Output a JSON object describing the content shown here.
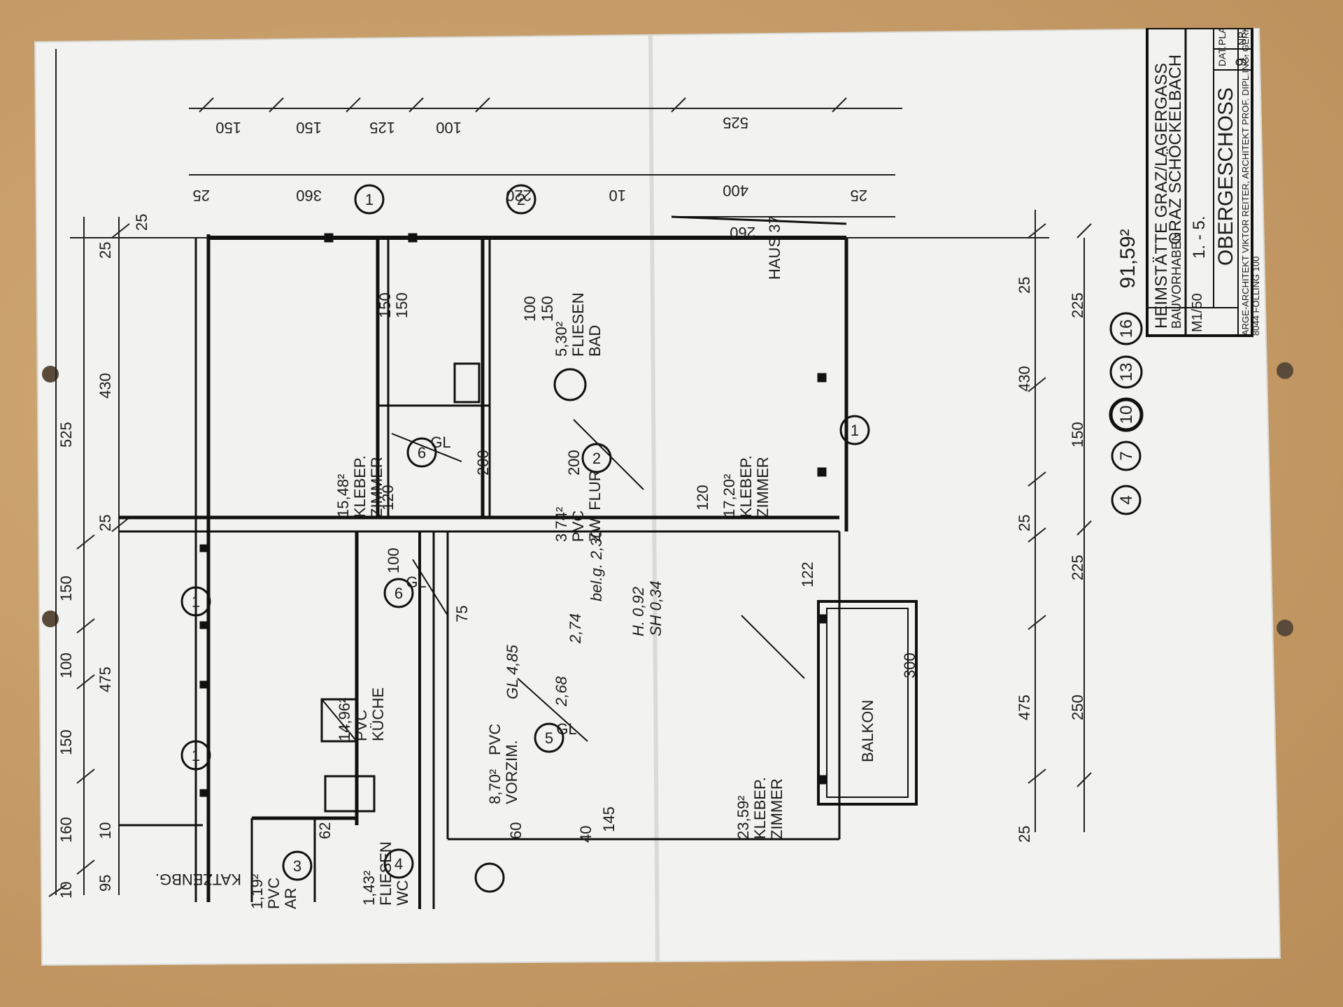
{
  "title_block": {
    "line1": "HEIMSTÄTTE GRAZ/LAGERGASS",
    "line2_prefix": "BAUVORHABEN",
    "line2": "GRAZ SCHÖCKELBACH",
    "scale": "M1/50",
    "floors": "1. - 5.",
    "floor_name": "OBERGESCHOSS",
    "architect": "ARGE-ARCHITEKT VIKTOR REITER, ARCHITEKT PROF. DIPL.ING. GERHARD",
    "address": "8044 FÖLLING 100",
    "col_plan": "PLAN",
    "col_nr": "NR.",
    "col_date": "DAT.",
    "nr_value": "9."
  },
  "units": {
    "label_1": "4",
    "label_2": "7",
    "label_3": "10",
    "label_4": "13",
    "label_5": "16",
    "total_area": "91,59²"
  },
  "rooms": {
    "zimmer1": {
      "area": "15,48²",
      "floor": "KLEBEP.",
      "name": "ZIMMER"
    },
    "zimmer2": {
      "area": "17,20²",
      "floor": "KLEBEP.",
      "name": "ZIMMER"
    },
    "zimmer3": {
      "area": "23,59²",
      "floor": "KLEBEP.",
      "name": "ZIMMER"
    },
    "kueche": {
      "area": "14,96²",
      "floor": "PVC",
      "name": "KÜCHE"
    },
    "vorzimmer": {
      "area": "8,70²",
      "floor": "PVC",
      "name": "VORZIM."
    },
    "flur": {
      "area": "3,74²",
      "floor": "PVC",
      "name": "ZW. FLUR"
    },
    "bad": {
      "area": "5,30²",
      "floor": "FLIESEN",
      "name": "BAD"
    },
    "wc": {
      "area": "1,43²",
      "floor": "FLIESEN",
      "name": "WC"
    },
    "abstellraum": {
      "area": "1,19²",
      "floor": "PVC",
      "name": "AR"
    },
    "balkon": {
      "name": "BALKON",
      "size": "300"
    },
    "katzenbg": "KATZENBG.",
    "haus": "HAUS 37"
  },
  "dims_left": [
    "10",
    "160",
    "150",
    "100",
    "150",
    "95",
    "25",
    "430",
    "525",
    "475",
    "25"
  ],
  "dims_top": [
    "150",
    "150",
    "125",
    "100",
    "525",
    "360",
    "220",
    "400",
    "260",
    "25",
    "25",
    "10",
    "25"
  ],
  "dims_bottom": [
    "225",
    "430",
    "150",
    "225",
    "250",
    "475",
    "25",
    "25",
    "25"
  ],
  "dims_inner": [
    "120",
    "120",
    "200",
    "200",
    "100",
    "75",
    "145",
    "122",
    "40",
    "62",
    "60",
    "150",
    "150",
    "100",
    "150"
  ],
  "openings": {
    "gl": "GL",
    "circle_1": "1",
    "circle_2": "2",
    "circle_3": "3",
    "circle_4": "4",
    "circle_5": "5",
    "circle_6": "6"
  },
  "notes": {
    "n1": "H. 0,92",
    "n2": "SH 0,34",
    "n3": "2,68",
    "n4": "2,74",
    "n5": "bel.g. 2,30",
    "n6": "GL 4,85"
  }
}
